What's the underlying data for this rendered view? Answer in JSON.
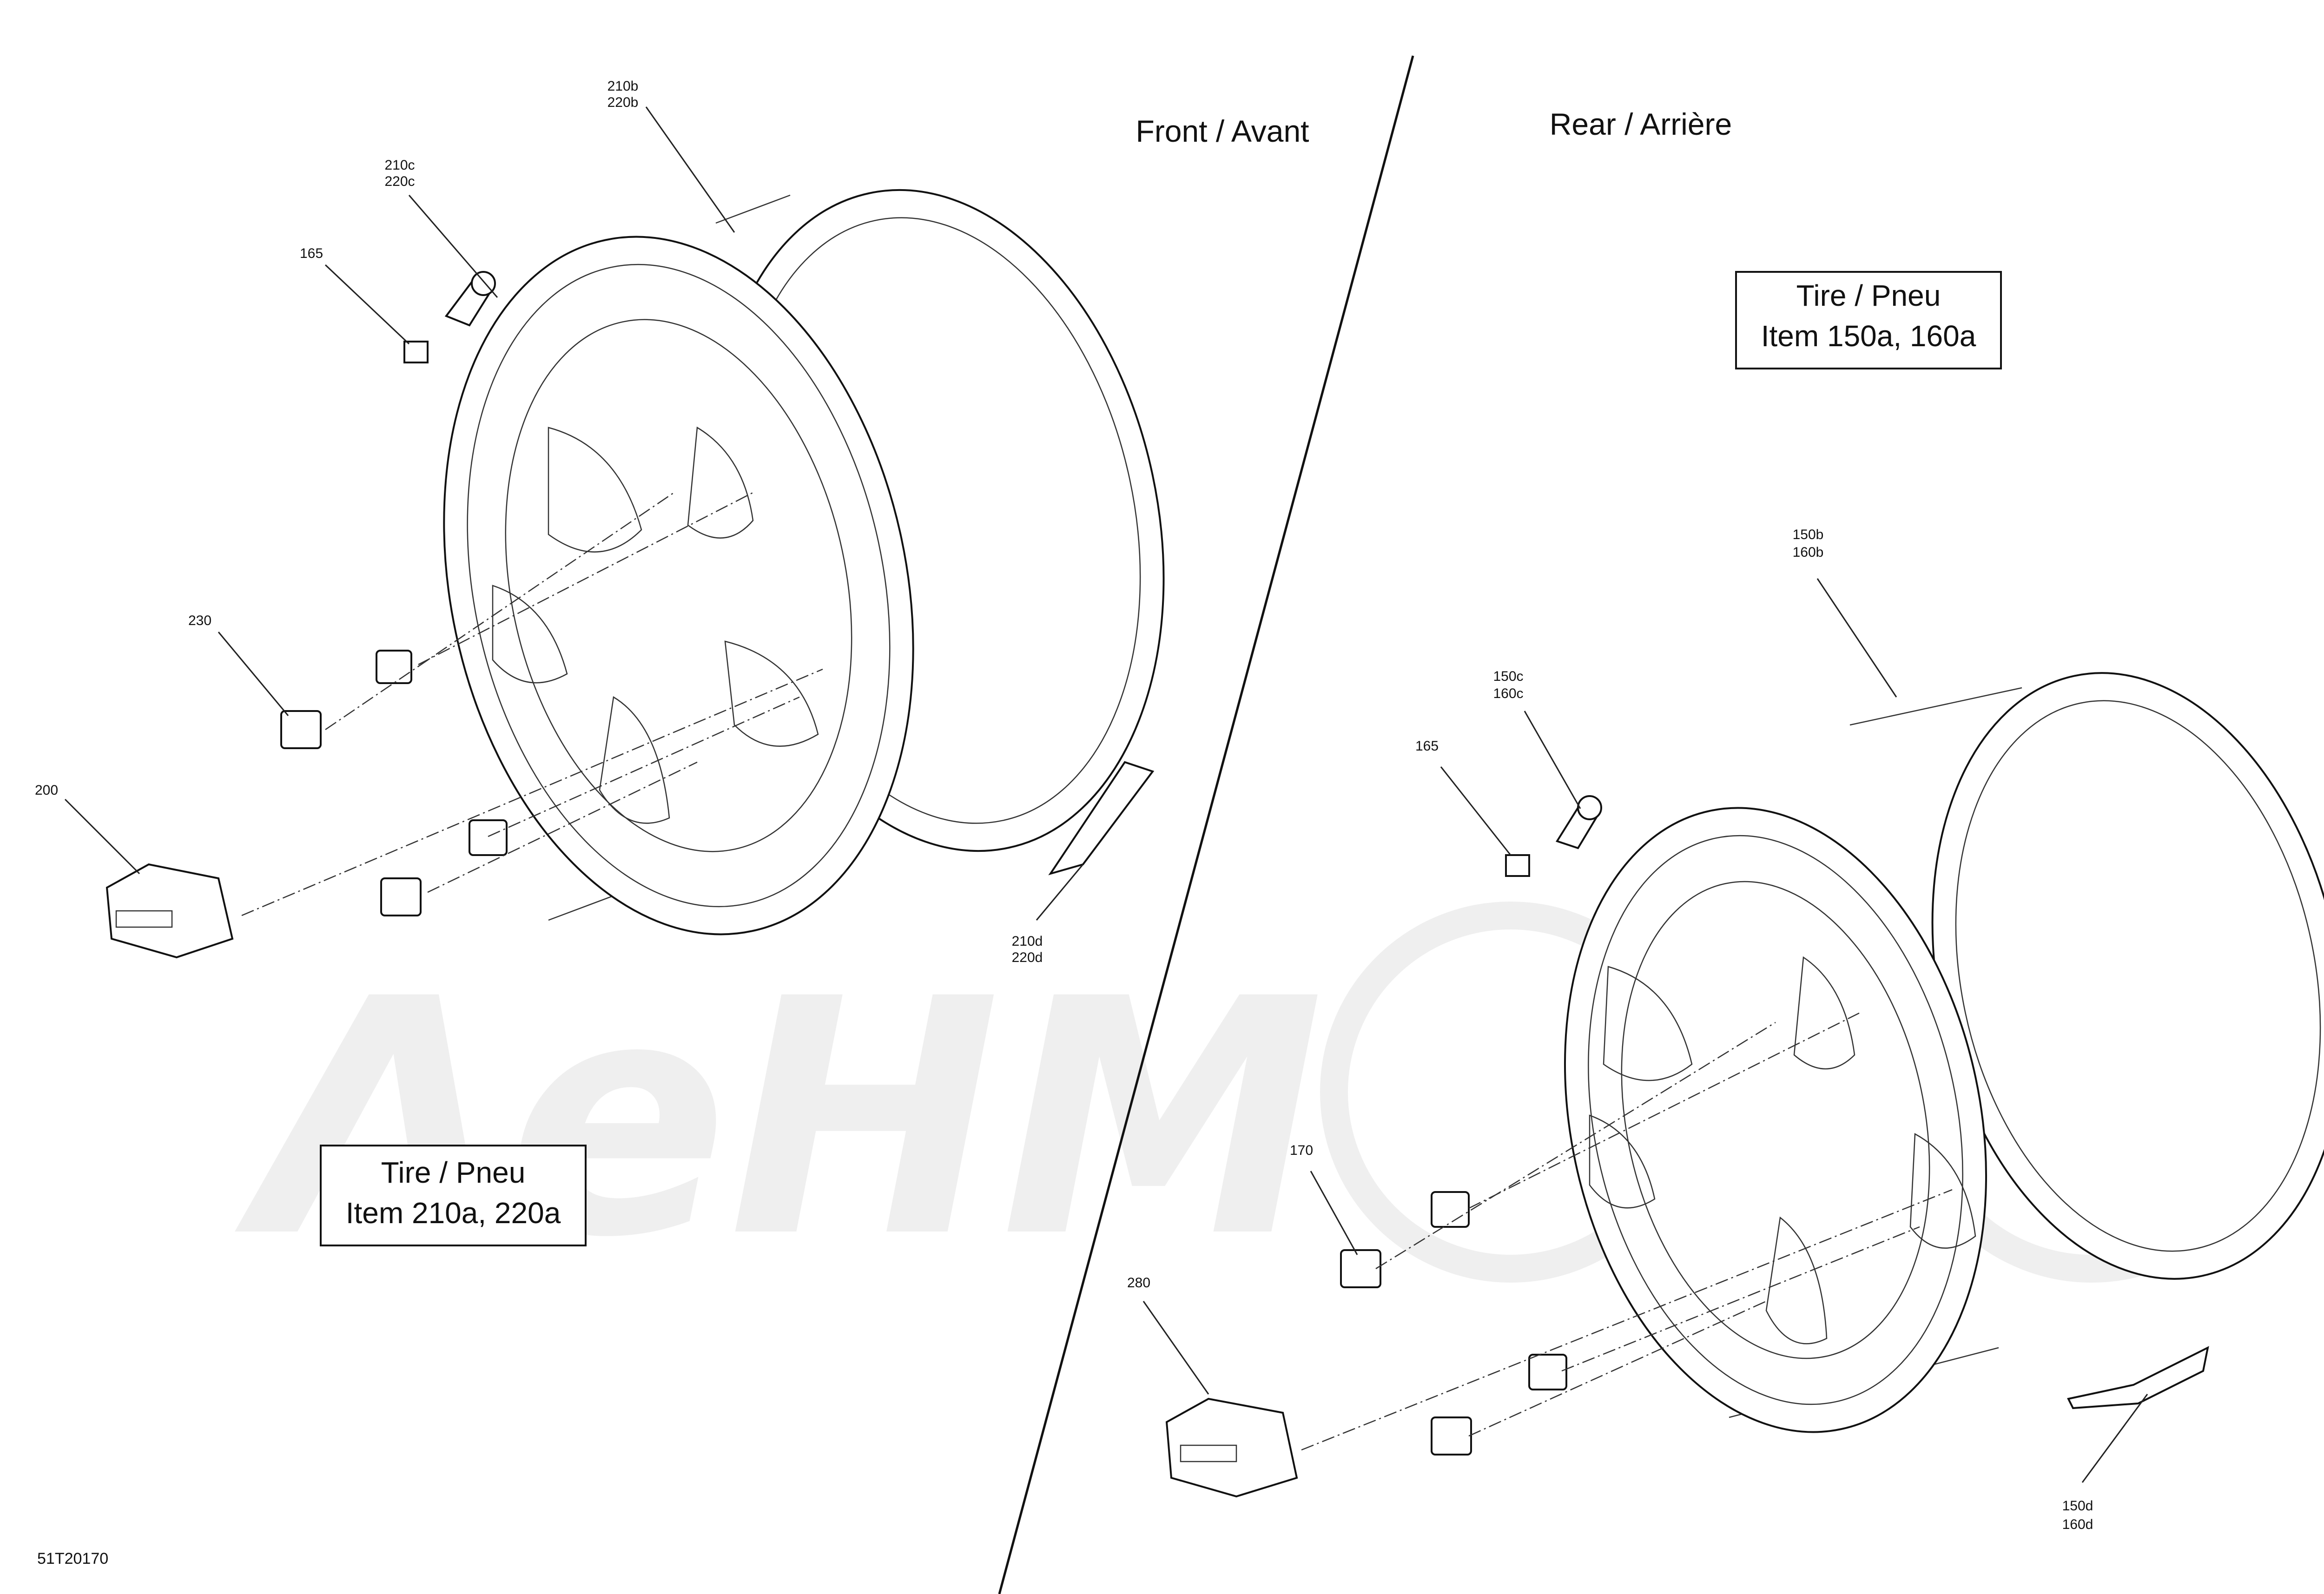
{
  "sections": {
    "front": "Front / Avant",
    "rear": "Rear / Arrière"
  },
  "tire_boxes": {
    "front": {
      "line1": "Tire / Pneu",
      "line2": "Item 210a, 220a"
    },
    "rear": {
      "line1": "Tire / Pneu",
      "line2": "Item 150a, 160a"
    }
  },
  "callouts": {
    "front": {
      "rim": [
        "210b",
        "220b"
      ],
      "valve": [
        "210c",
        "220c"
      ],
      "valve_cap": "165",
      "nuts": "230",
      "hub_cap": "200",
      "weight": [
        "210d",
        "220d"
      ]
    },
    "rear": {
      "rim": [
        "150b",
        "160b"
      ],
      "valve": [
        "150c",
        "160c"
      ],
      "valve_cap": "165",
      "nuts": "170",
      "hub_cap": "280",
      "weight": [
        "150d",
        "160d"
      ]
    }
  },
  "drawing_code": "51T20170",
  "watermark": "AeHM"
}
